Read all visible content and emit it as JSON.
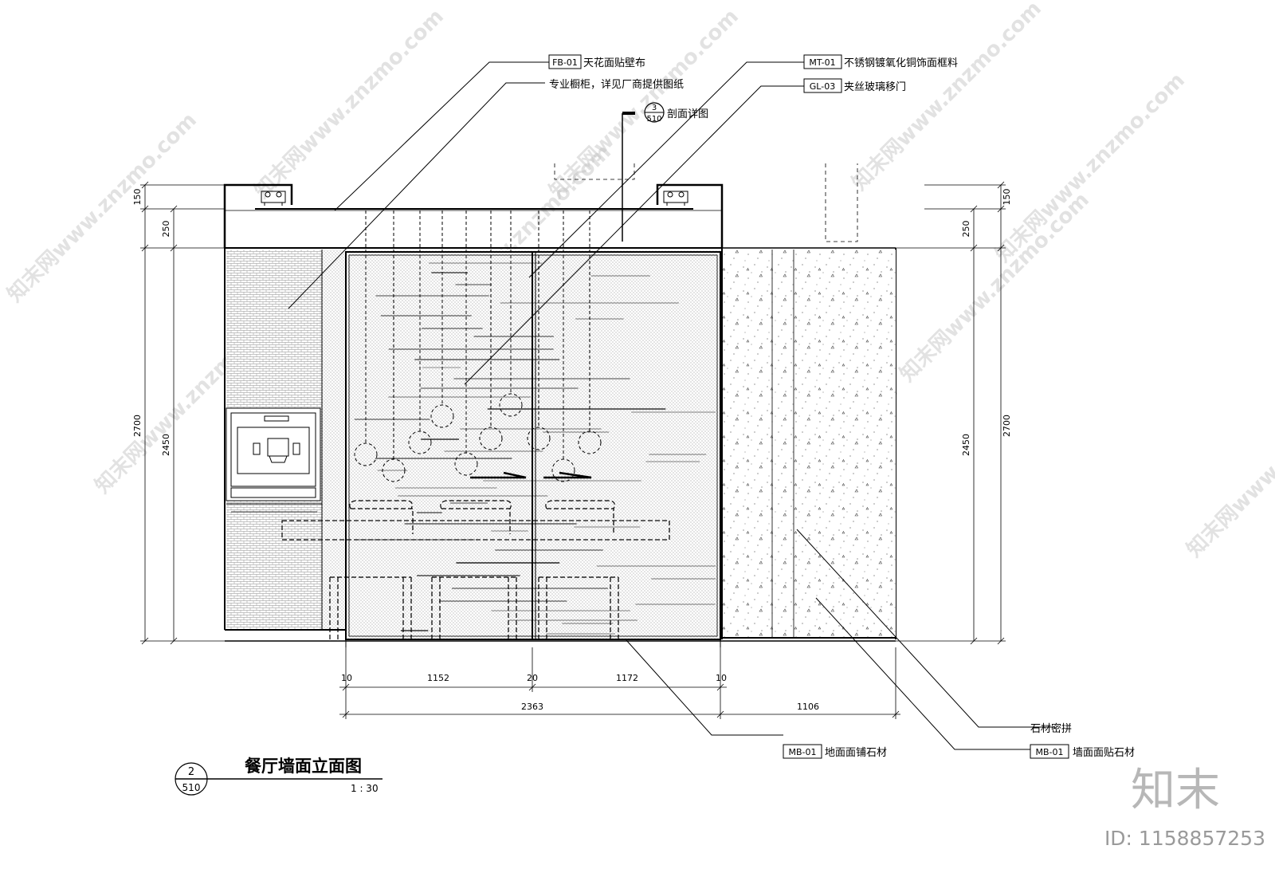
{
  "title": {
    "number": "2",
    "sheet": "510",
    "name": "餐厅墙面立面图",
    "scale": "1 : 30"
  },
  "callouts": {
    "fb01": {
      "code": "FB-01",
      "text": "天花面贴壁布"
    },
    "cabinet": {
      "text": "专业橱柜，详见厂商提供图纸"
    },
    "mt01": {
      "code": "MT-01",
      "text": "不锈钢镀氧化铜饰面框料"
    },
    "gl03": {
      "code": "GL-03",
      "text": "夹丝玻璃移门"
    },
    "section": {
      "number": "3",
      "sheet": "510",
      "text": "剖面详图"
    },
    "mb01_floor": {
      "code": "MB-01",
      "text": "地面面铺石材"
    },
    "stone_joint": {
      "text": "石材密拼"
    },
    "mb01_wall": {
      "code": "MB-01",
      "text": "墙面面贴石材"
    }
  },
  "dimensions": {
    "left": {
      "d150": "150",
      "d250": "250",
      "d2450": "2450",
      "d2700": "2700"
    },
    "right": {
      "d150": "150",
      "d250": "250",
      "d2450": "2450",
      "d2700": "2700"
    },
    "bottom": {
      "d10a": "10",
      "d1152": "1152",
      "d20": "20",
      "d1172": "1172",
      "d10b": "10",
      "d2363": "2363",
      "d1106": "1106"
    }
  },
  "watermark": {
    "site": "知末网www.znzmo.com"
  },
  "brand": {
    "logo": "知末",
    "id_label": "ID: 1158857253"
  },
  "colors": {
    "line": "#000000",
    "hatch": "#9a9a9a",
    "watermark": "#bfbfbf"
  },
  "icons": [
    "downlight-icon",
    "pendant-lamp-icon",
    "coffee-machine-icon",
    "section-marker-icon"
  ]
}
